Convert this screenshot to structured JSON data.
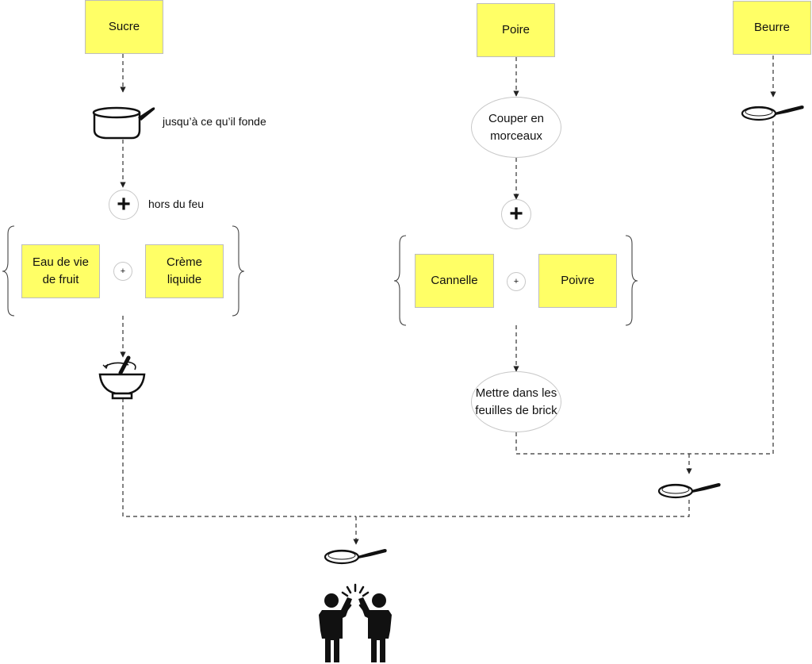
{
  "ingredients": {
    "sucre": "Sucre",
    "poire": "Poire",
    "beurre": "Beurre",
    "eau_de_vie": "Eau de vie de fruit",
    "creme": "Crème liquide",
    "cannelle": "Cannelle",
    "poivre": "Poivre"
  },
  "steps": {
    "couper": "Couper en morceaux",
    "mettre": "Mettre dans les feuilles de brick"
  },
  "notes": {
    "fondre": "jusqu’à ce qu’il fonde",
    "hors_feu": "hors du feu"
  },
  "symbols": {
    "plus": "+"
  },
  "icons": [
    "saucepan-icon",
    "mortar-pestle-icon",
    "frying-pan-icon",
    "high-five-people-icon"
  ]
}
